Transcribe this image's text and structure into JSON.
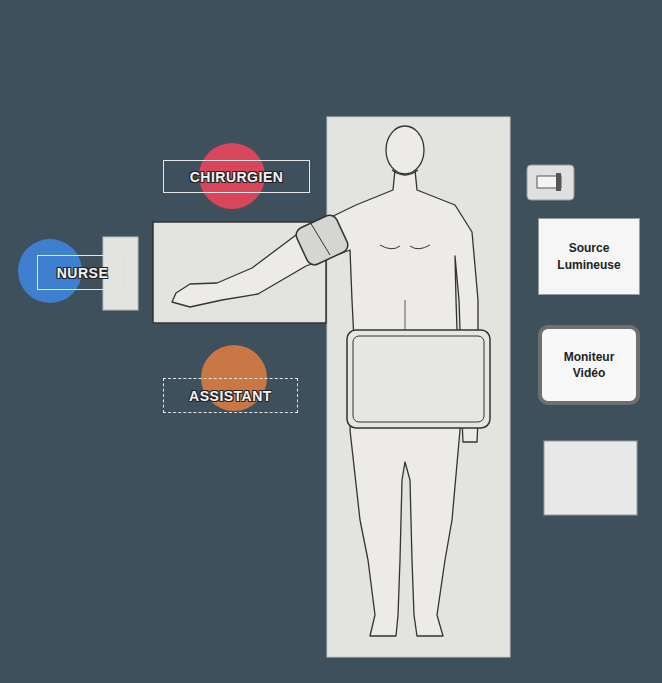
{
  "diagram": {
    "nodes": [
      {
        "text": [
          "CHIRURGIEN"
        ]
      },
      {
        "text": [
          "NURSE"
        ]
      },
      {
        "text": [
          "ASSISTANT"
        ]
      },
      {
        "text": [
          "Source Lumineuse"
        ]
      },
      {
        "text": [
          "Moniteur Vidéo"
        ]
      }
    ]
  }
}
